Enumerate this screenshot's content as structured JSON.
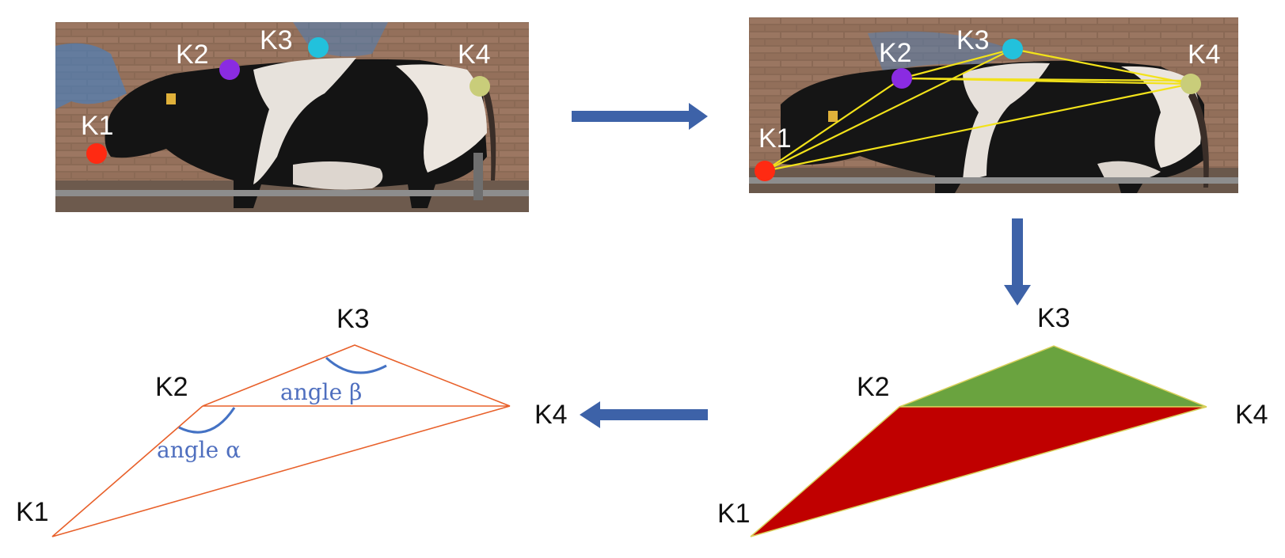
{
  "keypoints": {
    "k1": "K1",
    "k2": "K2",
    "k3": "K3",
    "k4": "K4"
  },
  "angles": {
    "alpha": "angle α",
    "beta": "angle β"
  },
  "colors": {
    "k1": "#ff2a12",
    "k2": "#8a2be2",
    "k3": "#22c1dc",
    "k4": "#c9cd7a",
    "connection_lines": "#f2e21a",
    "triangle_upper": "#6aa33f",
    "triangle_lower": "#c00000",
    "outline": "#e8602a",
    "arrow": "#3d62a8",
    "angle_arc": "#4472c4"
  },
  "icons": {
    "photo": "cow-photo",
    "flow_arrow": "arrow"
  }
}
